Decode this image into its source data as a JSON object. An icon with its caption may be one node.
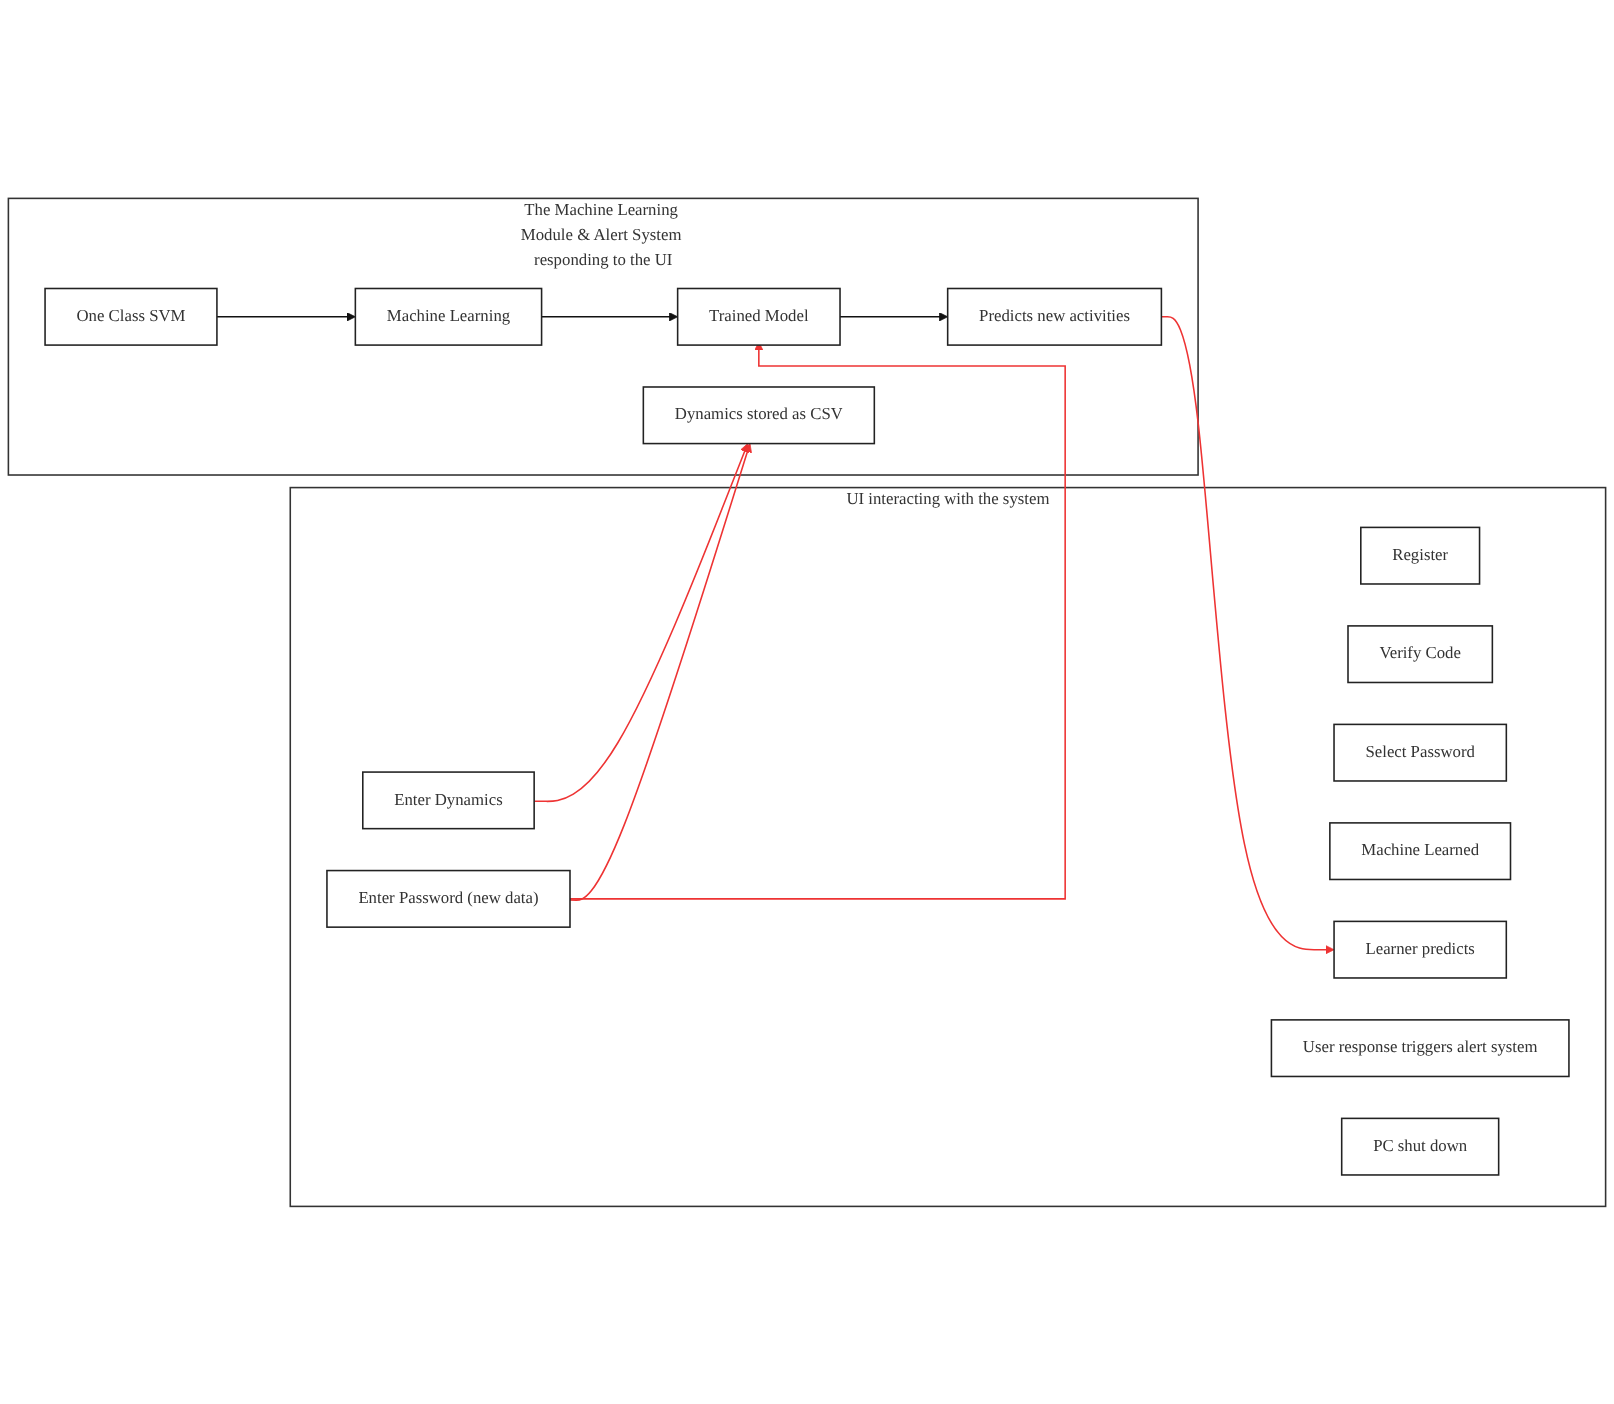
{
  "diagram": {
    "nodes": [
      {
        "text": [
          "UI interacting with the system"
        ]
      },
      {
        "text": [
          "Register"
        ],
        "in": 0
      },
      {
        "text": [
          "Verify Code"
        ],
        "in": 0
      },
      {
        "text": [
          "Select Password"
        ],
        "in": 0
      },
      {
        "text": [
          "Enter Dynamics"
        ],
        "in": 0
      },
      {
        "text": [
          "Machine Learned"
        ],
        "in": 0
      },
      {
        "text": [
          "Enter Password (new data)"
        ],
        "in": 0
      },
      {
        "text": [
          "Learner predicts"
        ],
        "in": 0
      },
      {
        "text": [
          "User response triggers alert system"
        ],
        "in": 0
      },
      {
        "text": [
          "PC shut down"
        ],
        "in": 0
      },
      {
        "text": [
          "The Machine Learning Module & Alert System responding to the UI"
        ]
      },
      {
        "text": [
          "Dynamics stored as CSV"
        ],
        "in": 10
      },
      {
        "text": [
          "One Class SVM"
        ],
        "in": 10
      },
      {
        "text": [
          "Machine Learning"
        ],
        "in": 10
      },
      {
        "text": [
          "Trained Model"
        ],
        "in": 10
      },
      {
        "text": [
          "Predicts new activities"
        ],
        "in": 10
      }
    ],
    "edges": [
      {
        "from": 4,
        "to": 11,
        "arrow": "to",
        "color": "#ee3333"
      },
      {
        "from": 6,
        "to": 14,
        "arrow": "to",
        "color": "#ee3333"
      },
      {
        "from": 6,
        "to": 11,
        "arrow": "to",
        "color": "#ee3333"
      },
      {
        "from": 12,
        "to": 13,
        "arrow": "to",
        "color": "#111111"
      },
      {
        "from": 13,
        "to": 14,
        "arrow": "to",
        "color": "#111111"
      },
      {
        "from": 14,
        "to": 15,
        "arrow": "to",
        "color": "#111111"
      },
      {
        "from": 15,
        "to": 7,
        "arrow": "to",
        "color": "#ee3333"
      }
    ]
  }
}
